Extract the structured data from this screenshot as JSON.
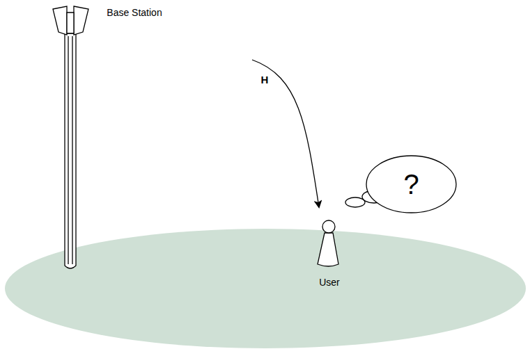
{
  "diagram": {
    "nodes": [
      {
        "text": [
          "?"
        ]
      }
    ],
    "labels": [
      "Base Station",
      "H",
      "User"
    ]
  }
}
